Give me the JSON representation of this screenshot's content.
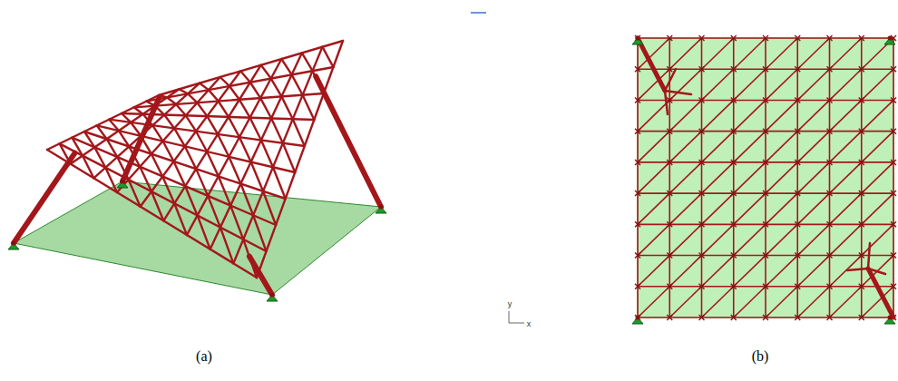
{
  "diagram": {
    "labels": [
      "(a)",
      "(b)",
      "y",
      "x"
    ]
  }
}
